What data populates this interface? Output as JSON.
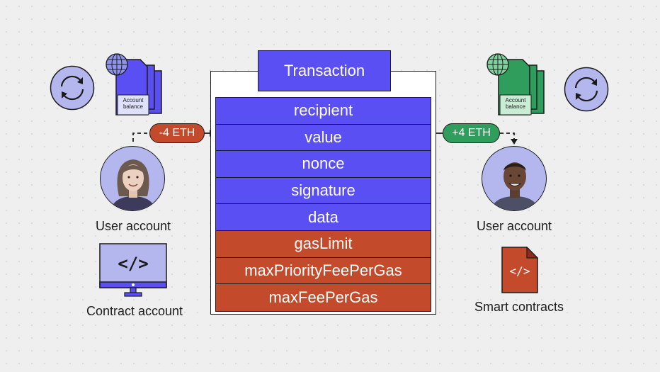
{
  "transaction": {
    "title": "Transaction",
    "fields": [
      {
        "label": "recipient",
        "group": "purple"
      },
      {
        "label": "value",
        "group": "purple"
      },
      {
        "label": "nonce",
        "group": "purple"
      },
      {
        "label": "signature",
        "group": "purple"
      },
      {
        "label": "data",
        "group": "purple"
      },
      {
        "label": "gasLimit",
        "group": "red"
      },
      {
        "label": "maxPriorityFeePerGas",
        "group": "red"
      },
      {
        "label": "maxFeePerGas",
        "group": "red"
      }
    ]
  },
  "sender": {
    "amount": "-4 ETH",
    "label": "User account",
    "balance_label": [
      "Account",
      "balance"
    ],
    "contract_label": "Contract account",
    "contract_icon_text": "</>"
  },
  "receiver": {
    "amount": "+4 ETH",
    "label": "User account",
    "balance_label": [
      "Account",
      "balance"
    ],
    "contract_label": "Smart contracts",
    "contract_icon_text": "</>"
  },
  "colors": {
    "purple": "#5a4ff3",
    "red": "#c44a2c",
    "green": "#2f9d5b",
    "lavender": "#b3b7ee",
    "background": "#efefef"
  },
  "icons": [
    "sync-icon",
    "globe-icon",
    "document-stack-icon",
    "monitor-icon",
    "code-file-icon",
    "avatar-icon"
  ]
}
